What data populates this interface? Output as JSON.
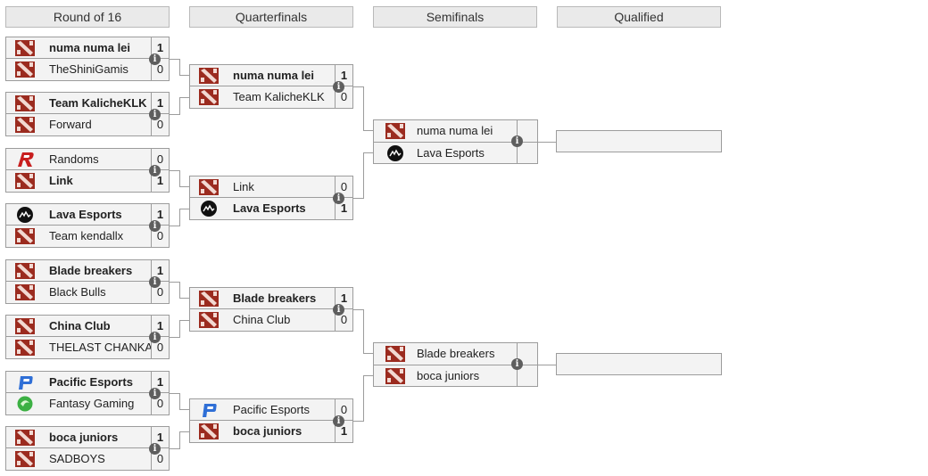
{
  "rounds": [
    "Round of 16",
    "Quarterfinals",
    "Semifinals",
    "Qualified"
  ],
  "r16": [
    {
      "t1": {
        "name": "numa numa lei",
        "score": "1",
        "logo": "dota-icon",
        "win": true
      },
      "t2": {
        "name": "TheShiniGamis",
        "score": "0",
        "logo": "dota-icon",
        "win": false
      }
    },
    {
      "t1": {
        "name": "Team KalicheKLK",
        "score": "1",
        "logo": "dota-icon",
        "win": true
      },
      "t2": {
        "name": "Forward",
        "score": "0",
        "logo": "dota-icon",
        "win": false
      }
    },
    {
      "t1": {
        "name": "Randoms",
        "score": "0",
        "logo": "randoms-logo-icon",
        "win": false
      },
      "t2": {
        "name": "Link",
        "score": "1",
        "logo": "dota-icon",
        "win": true
      }
    },
    {
      "t1": {
        "name": "Lava Esports",
        "score": "1",
        "logo": "lava-logo-icon",
        "win": true
      },
      "t2": {
        "name": "Team kendallx",
        "score": "0",
        "logo": "dota-icon",
        "win": false
      }
    },
    {
      "t1": {
        "name": "Blade breakers",
        "score": "1",
        "logo": "dota-icon",
        "win": true
      },
      "t2": {
        "name": "Black Bulls",
        "score": "0",
        "logo": "dota-icon",
        "win": false
      }
    },
    {
      "t1": {
        "name": "China Club",
        "score": "1",
        "logo": "dota-icon",
        "win": true
      },
      "t2": {
        "name": "THELAST CHANKAS",
        "score": "0",
        "logo": "dota-icon",
        "win": false
      }
    },
    {
      "t1": {
        "name": "Pacific Esports",
        "score": "1",
        "logo": "pacific-logo-icon",
        "win": true
      },
      "t2": {
        "name": "Fantasy Gaming",
        "score": "0",
        "logo": "fantasy-logo-icon",
        "win": false
      }
    },
    {
      "t1": {
        "name": "boca juniors",
        "score": "1",
        "logo": "dota-icon",
        "win": true
      },
      "t2": {
        "name": "SADBOYS",
        "score": "0",
        "logo": "dota-icon",
        "win": false
      }
    }
  ],
  "qf": [
    {
      "t1": {
        "name": "numa numa lei",
        "score": "1",
        "logo": "dota-icon",
        "win": true
      },
      "t2": {
        "name": "Team KalicheKLK",
        "score": "0",
        "logo": "dota-icon",
        "win": false
      }
    },
    {
      "t1": {
        "name": "Link",
        "score": "0",
        "logo": "dota-icon",
        "win": false
      },
      "t2": {
        "name": "Lava Esports",
        "score": "1",
        "logo": "lava-logo-icon",
        "win": true
      }
    },
    {
      "t1": {
        "name": "Blade breakers",
        "score": "1",
        "logo": "dota-icon",
        "win": true
      },
      "t2": {
        "name": "China Club",
        "score": "0",
        "logo": "dota-icon",
        "win": false
      }
    },
    {
      "t1": {
        "name": "Pacific Esports",
        "score": "0",
        "logo": "pacific-logo-icon",
        "win": false
      },
      "t2": {
        "name": "boca juniors",
        "score": "1",
        "logo": "dota-icon",
        "win": true
      }
    }
  ],
  "sf": [
    {
      "t1": {
        "name": "numa numa lei",
        "logo": "dota-icon"
      },
      "t2": {
        "name": "Lava Esports",
        "logo": "lava-logo-icon"
      }
    },
    {
      "t1": {
        "name": "Blade breakers",
        "logo": "dota-icon"
      },
      "t2": {
        "name": "boca juniors",
        "logo": "dota-icon"
      }
    }
  ],
  "qualified": [
    "",
    ""
  ],
  "colors": {
    "dota": "#9b2b1f",
    "randoms": "#c81e1e",
    "lava": "#111111",
    "pacific": "#2f6fd6",
    "fantasy": "#3cb043"
  }
}
